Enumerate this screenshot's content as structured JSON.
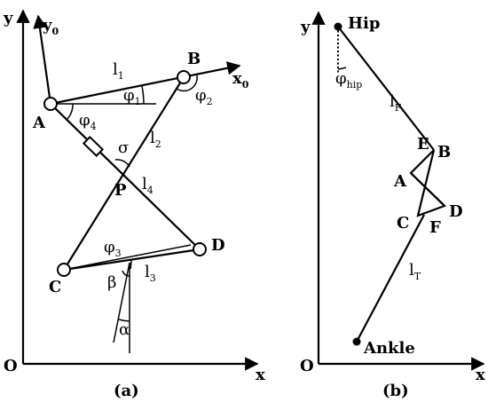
{
  "figure_a": {
    "axis_y": "y",
    "axis_x": "x",
    "origin": "O",
    "axis_y0": "y",
    "axis_y0_sub": "0",
    "axis_x0": "x",
    "axis_x0_sub": "0",
    "point_A": "A",
    "point_B": "B",
    "point_C": "C",
    "point_D": "D",
    "point_P": "P",
    "link_l1": "l",
    "link_l1_sub": "1",
    "link_l2": "l",
    "link_l2_sub": "2",
    "link_l3": "l",
    "link_l3_sub": "3",
    "link_l4": "l",
    "link_l4_sub": "4",
    "angle_phi1": "φ",
    "angle_phi1_sub": "1",
    "angle_phi2": "φ",
    "angle_phi2_sub": "2",
    "angle_phi3": "φ",
    "angle_phi3_sub": "3",
    "angle_phi4": "φ",
    "angle_phi4_sub": "4",
    "angle_sigma": "σ",
    "angle_beta": "β",
    "angle_alpha": "α",
    "caption": "(a)"
  },
  "figure_b": {
    "axis_y": "y",
    "axis_x": "x",
    "origin": "O",
    "hip": "Hip",
    "ankle": "Ankle",
    "angle_phi_hip": "φ",
    "angle_phi_hip_sub": "hip",
    "link_lF": "l",
    "link_lF_sub": "F",
    "link_lT": "l",
    "link_lT_sub": "T",
    "point_A": "A",
    "point_B": "B",
    "point_C": "C",
    "point_D": "D",
    "point_E": "E",
    "point_F": "F",
    "caption": "(b)"
  }
}
